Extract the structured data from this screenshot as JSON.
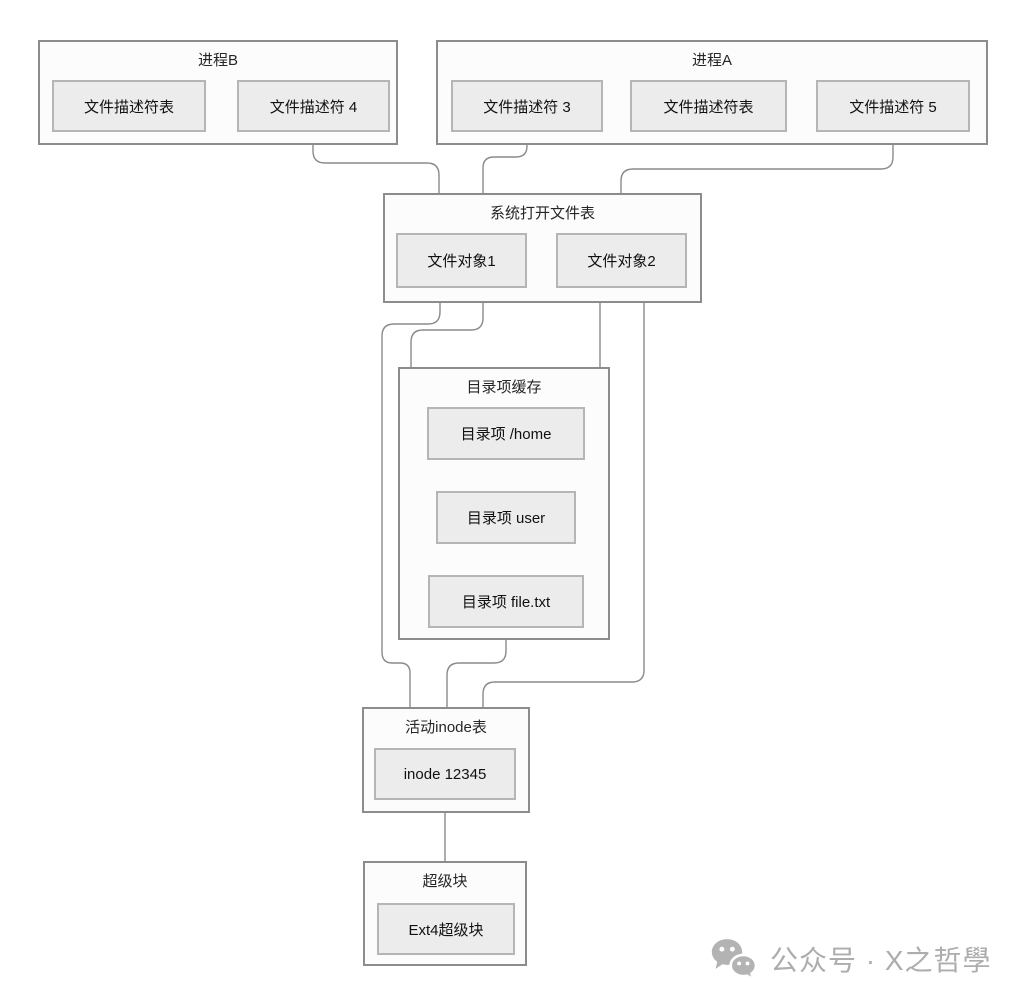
{
  "diagram": {
    "containers": {
      "process_b": {
        "title": "进程B"
      },
      "process_a": {
        "title": "进程A"
      },
      "open_file_table": {
        "title": "系统打开文件表"
      },
      "dentry_cache": {
        "title": "目录项缓存"
      },
      "inode_table": {
        "title": "活动inode表"
      },
      "superblock": {
        "title": "超级块"
      }
    },
    "nodes": {
      "fd_table_b": {
        "label": "文件描述符表"
      },
      "fd4": {
        "label": "文件描述符 4"
      },
      "fd3": {
        "label": "文件描述符 3"
      },
      "fd_table_a": {
        "label": "文件描述符表"
      },
      "fd5": {
        "label": "文件描述符 5"
      },
      "file_obj1": {
        "label": "文件对象1"
      },
      "file_obj2": {
        "label": "文件对象2"
      },
      "dentry_home": {
        "label": "目录项 /home"
      },
      "dentry_user": {
        "label": "目录项 user"
      },
      "dentry_file": {
        "label": "目录项 file.txt"
      },
      "inode": {
        "label": "inode 12345"
      },
      "ext4": {
        "label": "Ext4超级块"
      }
    },
    "edges": [
      {
        "from": "文件描述符 4",
        "to": "文件对象1"
      },
      {
        "from": "文件描述符 3",
        "to": "文件对象1"
      },
      {
        "from": "文件描述符 5",
        "to": "文件对象2"
      },
      {
        "from": "目录项 /home",
        "to": "目录项 user"
      },
      {
        "from": "目录项 user",
        "to": "目录项 file.txt"
      },
      {
        "from": "文件对象1",
        "to": "目录项 file.txt"
      },
      {
        "from": "文件对象2",
        "to": "目录项 file.txt"
      },
      {
        "from": "文件对象1",
        "to": "inode 12345"
      },
      {
        "from": "目录项 file.txt",
        "to": "inode 12345"
      },
      {
        "from": "文件对象2",
        "to": "inode 12345"
      },
      {
        "from": "inode 12345",
        "to": "Ext4超级块"
      }
    ],
    "colors": {
      "node_fill": "#ECECEC",
      "node_border": "#B5B5B5",
      "container_fill": "#FCFCFC",
      "container_border": "#8C8C8C",
      "edge": "#8A8A8A",
      "arrowhead": "#545454",
      "watermark": "#ADADAD"
    }
  },
  "watermark": {
    "icon": "wechat-icon",
    "text": "公众号 · X之哲學"
  }
}
